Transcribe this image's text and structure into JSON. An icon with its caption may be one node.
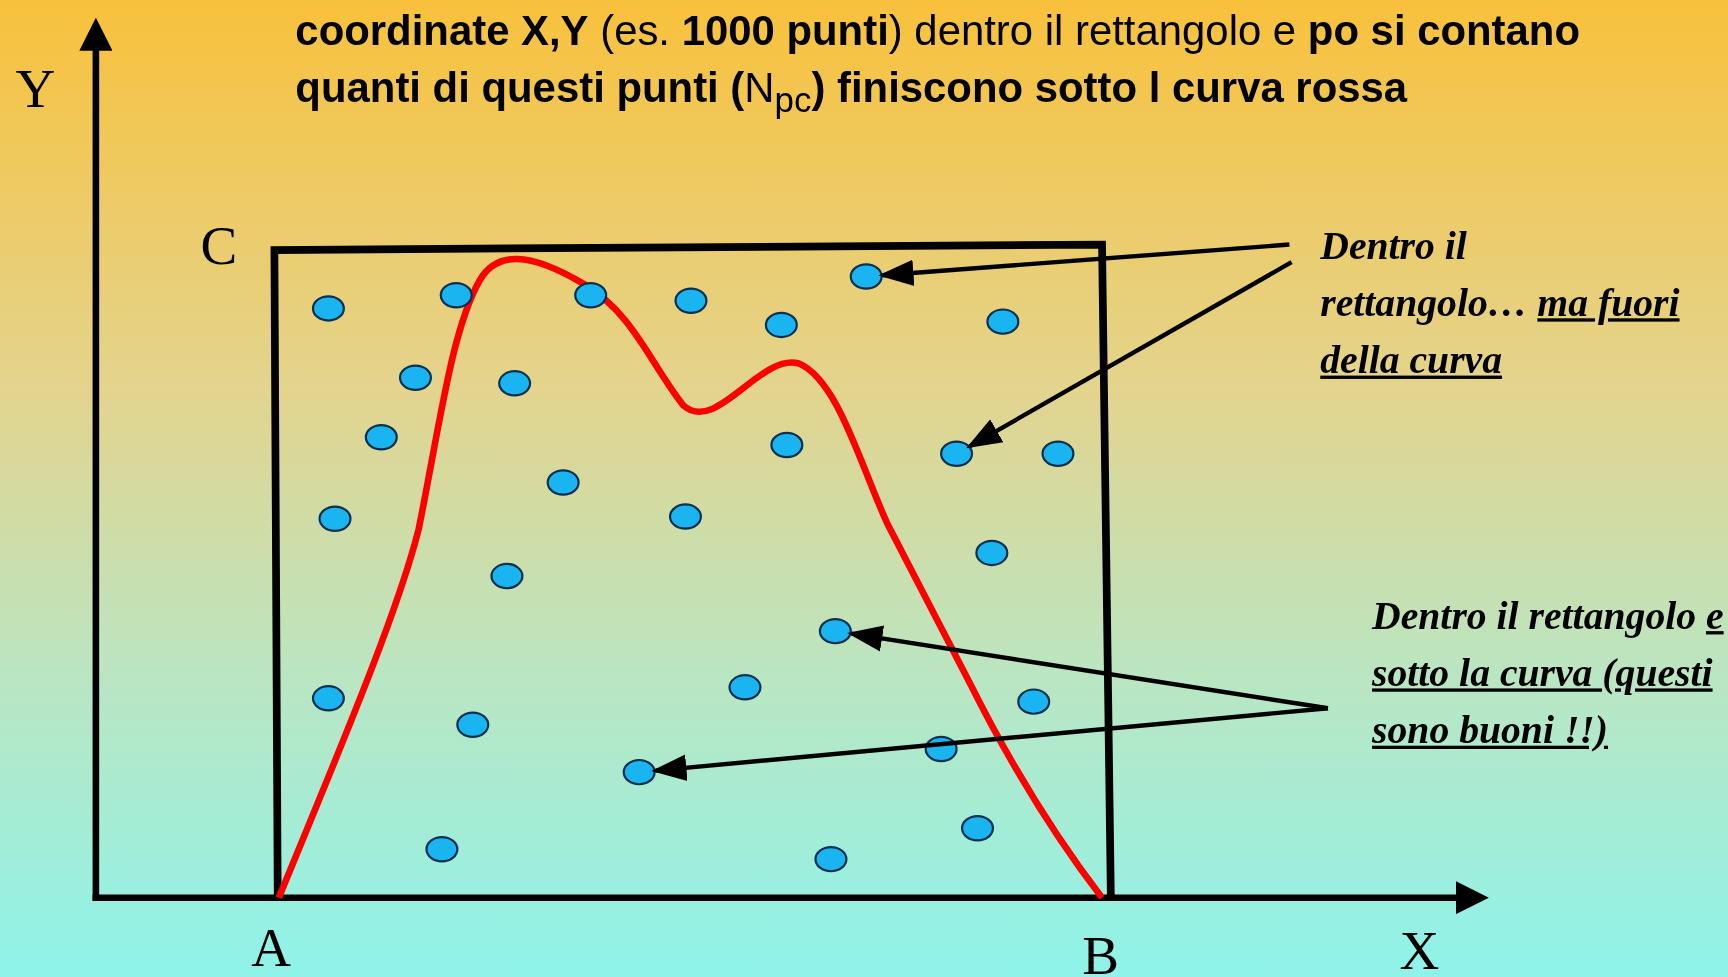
{
  "diagram": {
    "title": "**coordinate X,Y** (es. **1000 punti**) dentro il rettangolo e **po si contano quanti di questi punti (**N$_{pc}$**) finiscono sotto l curva rossa**",
    "nodes": [
      {
        "text": [
          "Dentro il rettangolo…",
          "ma fuori della curva"
        ]
      },
      {
        "text": [
          "Dentro il rettangolo",
          "e sotto la curva (questi sono buoni !!)"
        ]
      },
      {
        "text": [],
        "shape": "circle"
      },
      {
        "text": [],
        "shape": "circle"
      },
      {
        "text": [],
        "shape": "circle"
      },
      {
        "text": [],
        "shape": "circle"
      },
      {
        "text": [],
        "shape": "circle"
      },
      {
        "text": [],
        "shape": "circle"
      },
      {
        "text": [],
        "shape": "circle"
      },
      {
        "text": [],
        "shape": "circle"
      },
      {
        "text": [],
        "shape": "circle"
      },
      {
        "text": [],
        "shape": "circle"
      },
      {
        "text": [],
        "shape": "circle"
      },
      {
        "text": [],
        "shape": "circle"
      },
      {
        "text": [],
        "shape": "circle"
      },
      {
        "text": [],
        "shape": "circle"
      },
      {
        "text": [],
        "shape": "circle"
      },
      {
        "text": [],
        "shape": "circle"
      },
      {
        "text": [],
        "shape": "circle"
      },
      {
        "text": [],
        "shape": "circle"
      },
      {
        "text": [],
        "shape": "circle"
      },
      {
        "text": [],
        "shape": "circle"
      },
      {
        "text": [],
        "shape": "circle"
      },
      {
        "text": [],
        "shape": "circle"
      },
      {
        "text": [],
        "shape": "circle"
      },
      {
        "text": [],
        "shape": "circle"
      },
      {
        "text": [],
        "shape": "circle"
      },
      {
        "text": [],
        "shape": "circle"
      },
      {
        "text": [],
        "shape": "circle"
      },
      {
        "text": [],
        "shape": "circle"
      }
    ],
    "edges": [
      {
        "from": 0,
        "to": 2,
        "arrow": "to"
      },
      {
        "from": 0,
        "to": 13,
        "arrow": "to"
      },
      {
        "from": 1,
        "to": 20,
        "arrow": "to"
      },
      {
        "from": 1,
        "to": 26,
        "arrow": "to"
      }
    ],
    "labels": [
      "Y",
      "C",
      "A",
      "B",
      "X"
    ]
  }
}
